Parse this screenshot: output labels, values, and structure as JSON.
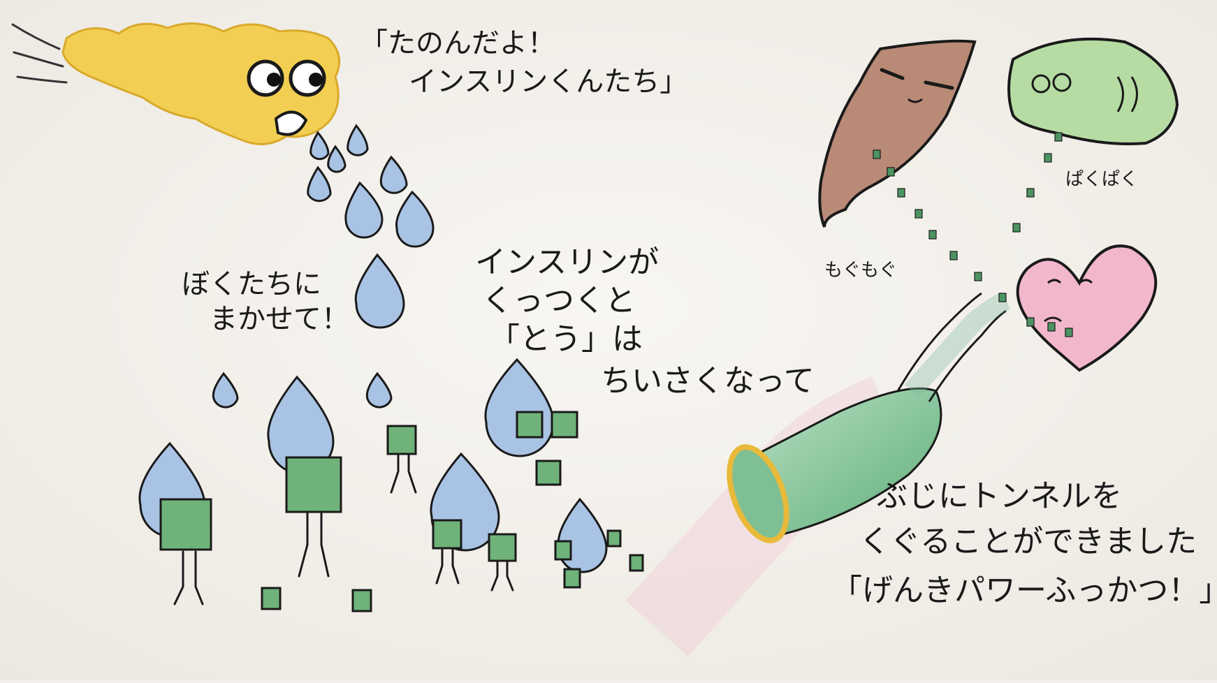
{
  "texts": {
    "pancreas_line1": "「たのんだよ！",
    "pancreas_line2": "インスリンくんたち」",
    "drops_line1": "ぼくたちに",
    "drops_line2": "まかせて！",
    "mid_line1": "インスリンが",
    "mid_line2": "くっつくと",
    "mid_line3": "「とう」は",
    "mid_line4": "ちいさくなって",
    "sfx_mogu": "もぐもぐ",
    "sfx_paku": "ぱくぱく",
    "bottom_line1": "ぶじにトンネルを",
    "bottom_line2": "くぐることができました",
    "bottom_line3": "「げんきパワーふっかつ！」"
  },
  "colors": {
    "paper": "#f4f1ec",
    "pancreas_yellow": "#f2cf52",
    "insulin_blue": "#a9c3e4",
    "sugar_green": "#6fb37a",
    "tunnel_green": "#86c79b",
    "tunnel_ring": "#e8b93a",
    "muscle_brown": "#b98a76",
    "brain_green": "#b6dca3",
    "heart_pink": "#f2b7cd"
  }
}
